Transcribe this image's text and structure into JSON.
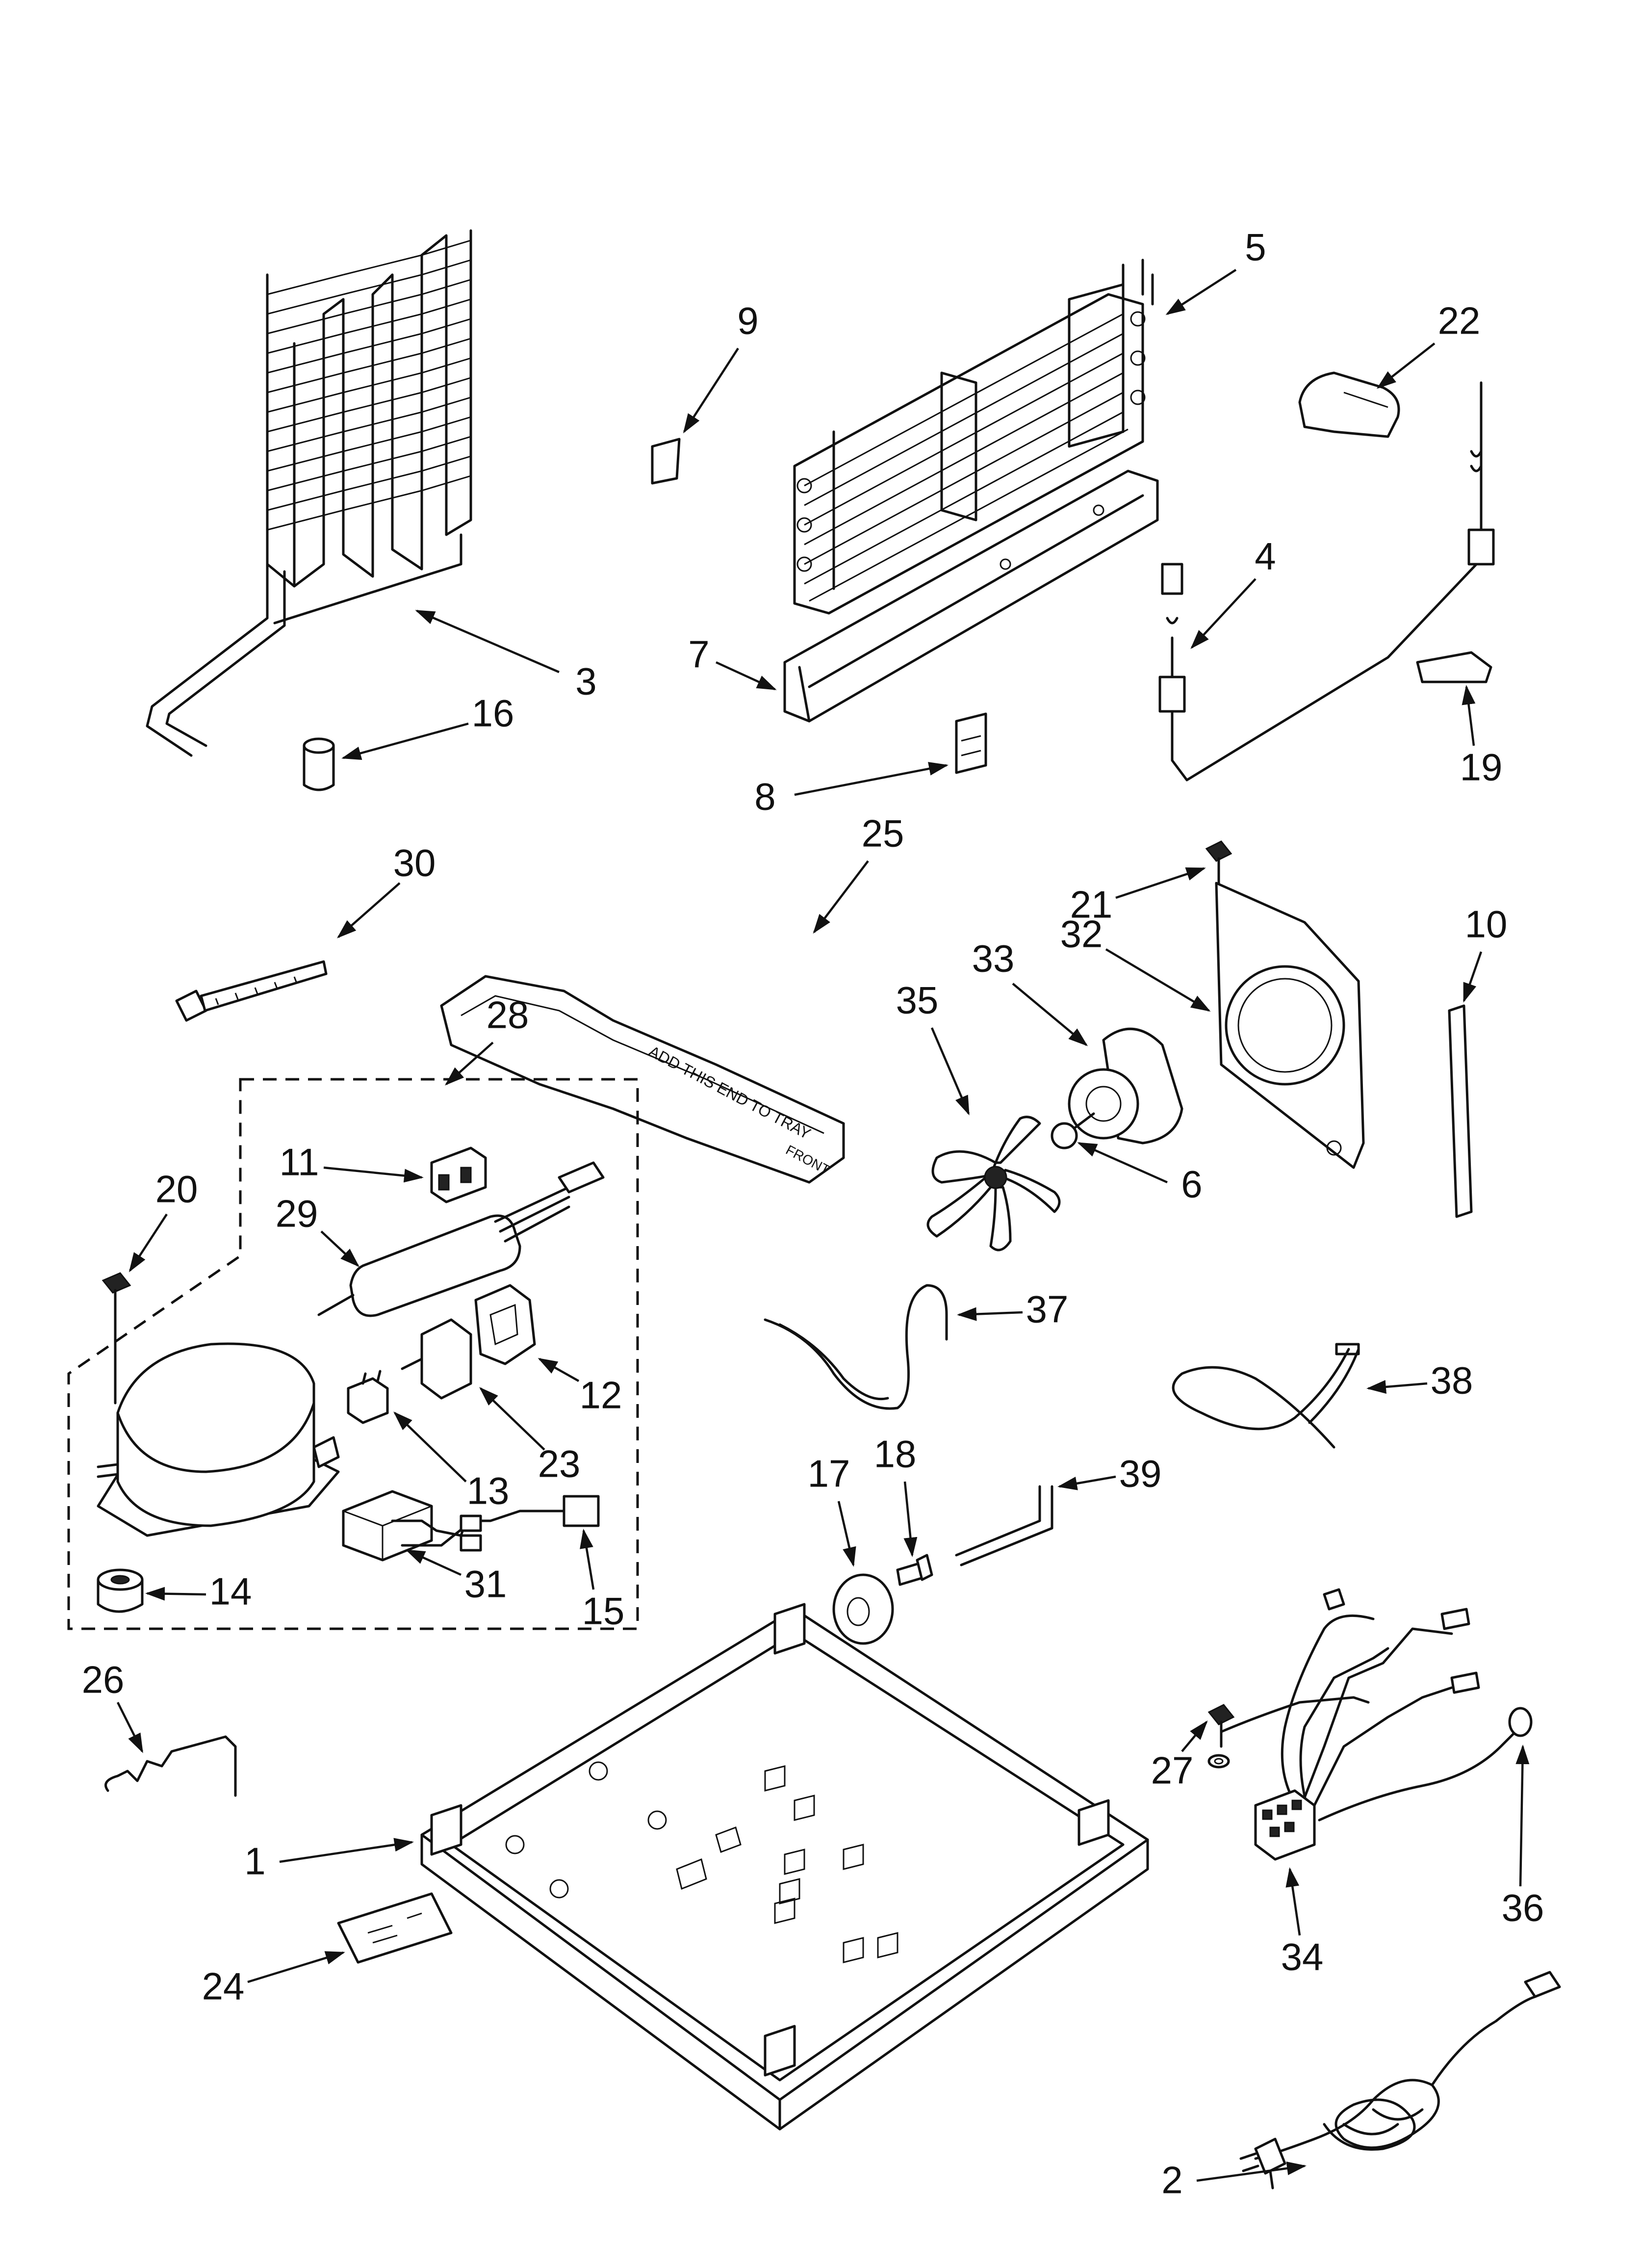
{
  "diagram": {
    "callouts": [
      "1",
      "2",
      "3",
      "4",
      "5",
      "6",
      "7",
      "8",
      "9",
      "10",
      "11",
      "12",
      "13",
      "14",
      "15",
      "16",
      "17",
      "18",
      "19",
      "20",
      "21",
      "22",
      "23",
      "24",
      "25",
      "26",
      "27",
      "28",
      "29",
      "30",
      "31",
      "32",
      "33",
      "34",
      "35",
      "36",
      "37",
      "38",
      "39"
    ],
    "tray_labels": [
      "FRONT",
      "ADD THIS END TO TRAY"
    ]
  }
}
